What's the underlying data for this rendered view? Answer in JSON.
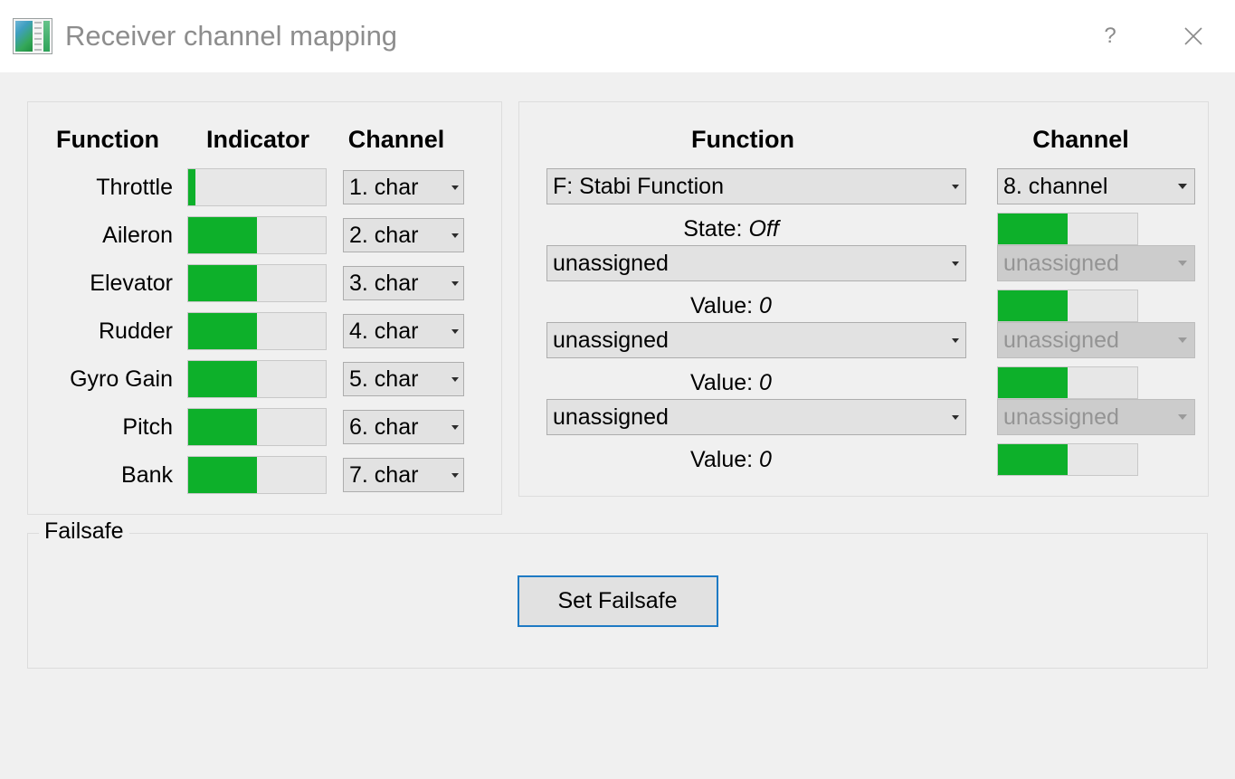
{
  "window": {
    "title": "Receiver channel mapping",
    "icon": "app-window-icon",
    "help_label": "?",
    "close_label": "✕"
  },
  "left_panel": {
    "headers": [
      "Function",
      "Indicator",
      "Channel"
    ],
    "rows": [
      {
        "function": "Throttle",
        "indicator_percent": 5,
        "channel": "1. char"
      },
      {
        "function": "Aileron",
        "indicator_percent": 50,
        "channel": "2. char"
      },
      {
        "function": "Elevator",
        "indicator_percent": 50,
        "channel": "3. char"
      },
      {
        "function": "Rudder",
        "indicator_percent": 50,
        "channel": "4. char"
      },
      {
        "function": "Gyro Gain",
        "indicator_percent": 50,
        "channel": "5. char"
      },
      {
        "function": "Pitch",
        "indicator_percent": 50,
        "channel": "6. char"
      },
      {
        "function": "Bank",
        "indicator_percent": 50,
        "channel": "7. char"
      }
    ]
  },
  "right_panel": {
    "headers": [
      "Function",
      "Channel"
    ],
    "rows": [
      {
        "function": "F: Stabi Function",
        "function_disabled": false,
        "channel": "8. channel",
        "channel_disabled": false,
        "status_label": "State:",
        "status_value": "Off",
        "indicator_percent": 50
      },
      {
        "function": "unassigned",
        "function_disabled": false,
        "channel": "unassigned",
        "channel_disabled": true,
        "status_label": "Value:",
        "status_value": "0",
        "indicator_percent": 50
      },
      {
        "function": "unassigned",
        "function_disabled": false,
        "channel": "unassigned",
        "channel_disabled": true,
        "status_label": "Value:",
        "status_value": "0",
        "indicator_percent": 50
      },
      {
        "function": "unassigned",
        "function_disabled": false,
        "channel": "unassigned",
        "channel_disabled": true,
        "status_label": "Value:",
        "status_value": "0",
        "indicator_percent": 50
      }
    ]
  },
  "failsafe": {
    "legend": "Failsafe",
    "button_label": "Set Failsafe"
  },
  "colors": {
    "indicator_green": "#0db02a",
    "focus_blue": "#1e7ac4",
    "window_bg": "#f0f0f0",
    "titlebar_bg": "#ffffff",
    "title_text": "#8d8d8d"
  }
}
